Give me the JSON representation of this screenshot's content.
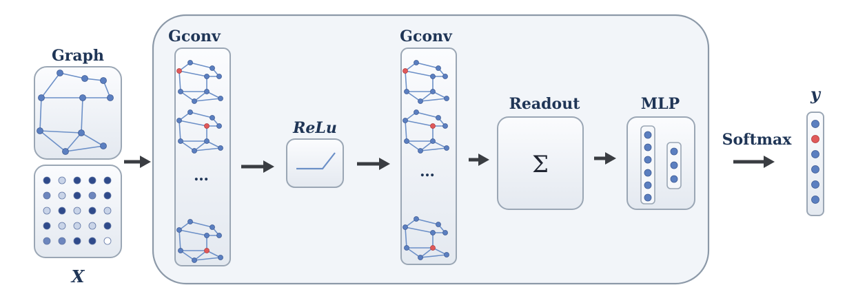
{
  "labels": {
    "graph": "Graph",
    "x": "X",
    "gconv1": "Gconv",
    "gconv2": "Gconv",
    "relu": "ReLu",
    "readout": "Readout",
    "sigma": "Σ",
    "mlp": "MLP",
    "softmax": "Softmax",
    "y": "y",
    "ellipsis1": "…",
    "ellipsis2": "…"
  },
  "colors": {
    "node": "#5b7fc0",
    "highlight_node": "#e0595a",
    "label": "#1f3556",
    "arrow": "#3a3d42"
  },
  "feature_matrix": {
    "rows": [
      [
        "dark",
        "light",
        "dark",
        "dark",
        "dark"
      ],
      [
        "mid",
        "light",
        "dark",
        "mid",
        "dark"
      ],
      [
        "light",
        "dark",
        "light",
        "dark",
        "light"
      ],
      [
        "dark",
        "light",
        "light",
        "light",
        "dark"
      ],
      [
        "mid",
        "mid",
        "dark",
        "dark",
        "white"
      ]
    ]
  },
  "output_vector": {
    "nodes": [
      "blue",
      "red",
      "blue",
      "blue",
      "blue",
      "blue"
    ]
  }
}
